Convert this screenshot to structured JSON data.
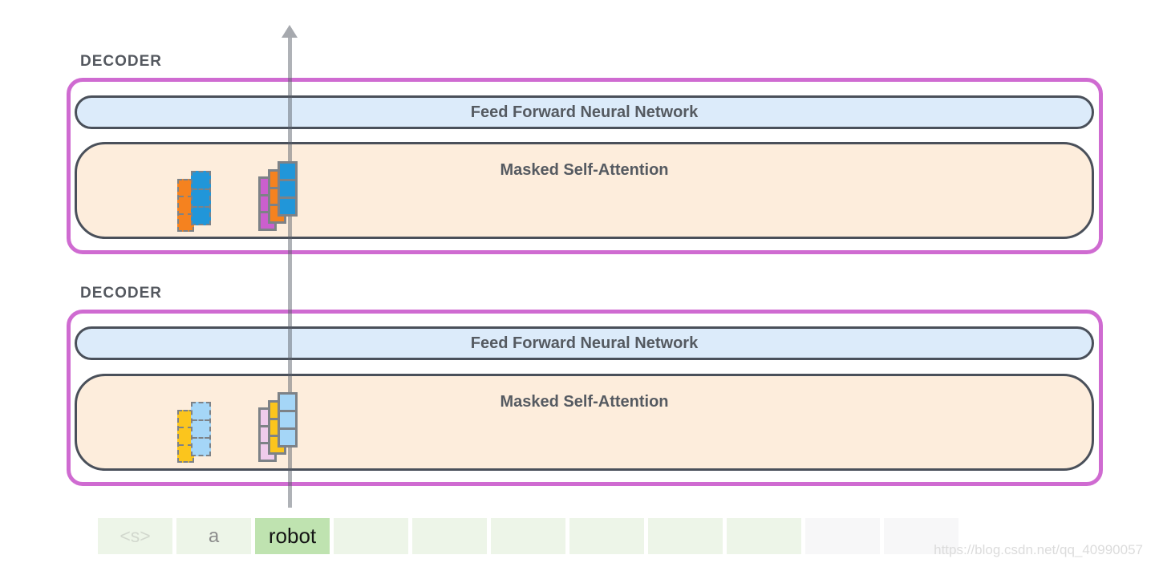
{
  "decoders": [
    {
      "label": "DECODER",
      "ffnn_label": "Feed Forward Neural Network",
      "msa_label": "Masked Self-Attention",
      "attention_blocks": {
        "query_group_colors": [
          "orange",
          "blue"
        ],
        "result_group_colors": [
          "purple",
          "orange",
          "blue"
        ]
      }
    },
    {
      "label": "DECODER",
      "ffnn_label": "Feed Forward Neural Network",
      "msa_label": "Masked Self-Attention",
      "attention_blocks": {
        "query_group_colors": [
          "yellow",
          "light-blue"
        ],
        "result_group_colors": [
          "light-pink",
          "yellow",
          "light-blue"
        ]
      }
    }
  ],
  "tokens": {
    "cells": [
      "<s>",
      "a",
      "robot",
      "",
      "",
      "",
      "",
      "",
      "",
      "",
      ""
    ],
    "highlighted_index": 2
  },
  "watermark": {
    "text": "https://blog.csdn.net/qq_40990057"
  },
  "colors": {
    "decoder_border": "#cf6bd1",
    "layer_border": "#4a505a",
    "ffnn_fill": "#dcebfa",
    "msa_fill": "#fdeddc",
    "label_text": "#555a61",
    "arrow": "#a6a9ae",
    "block_orange": "#f5821f",
    "block_blue": "#2196d9",
    "block_purple": "#cb5fce",
    "block_yellow": "#fbc51d",
    "block_light_blue": "#a5d6f7",
    "block_light_pink": "#efcbec",
    "token_cell": "#edf5e8",
    "token_highlight": "#bfe3b0",
    "token_inactive": "#f7f7f8"
  }
}
